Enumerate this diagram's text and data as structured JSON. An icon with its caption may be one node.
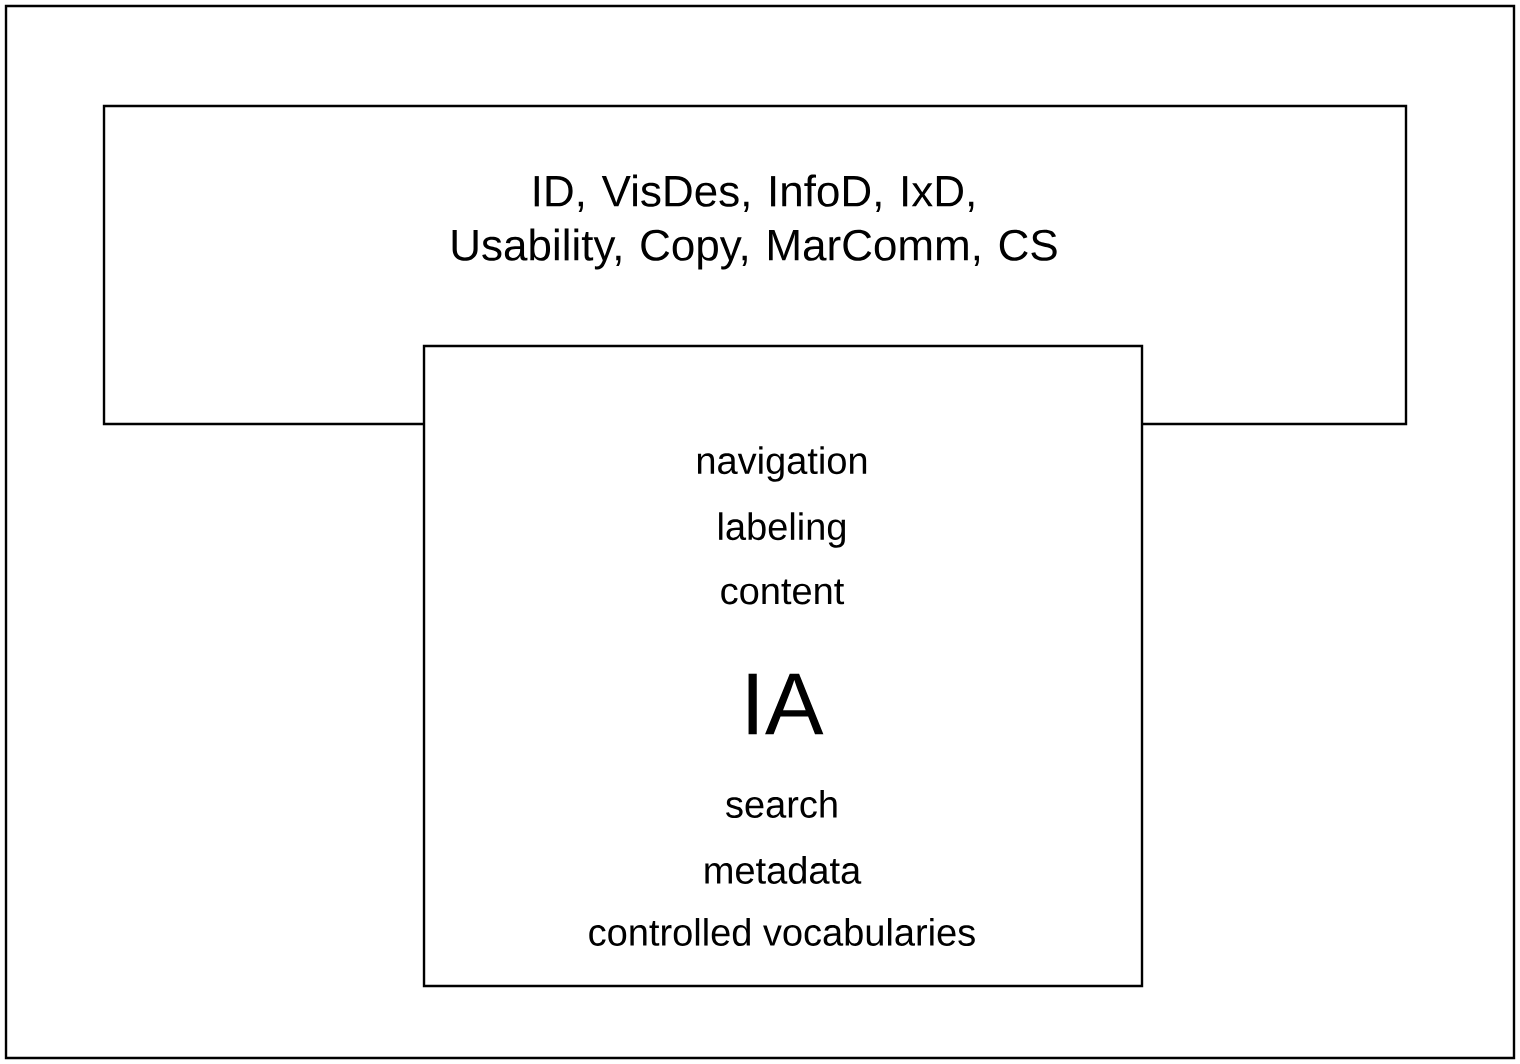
{
  "diagram": {
    "nodes": [
      {
        "text": [
          "ID, VisDes, InfoD, IxD, Usability, Copy, MarComm, CS"
        ]
      },
      {
        "text": [
          "navigation",
          "labeling",
          "content",
          "IA",
          "search",
          "metadata",
          "controlled vocabularies"
        ]
      }
    ]
  }
}
